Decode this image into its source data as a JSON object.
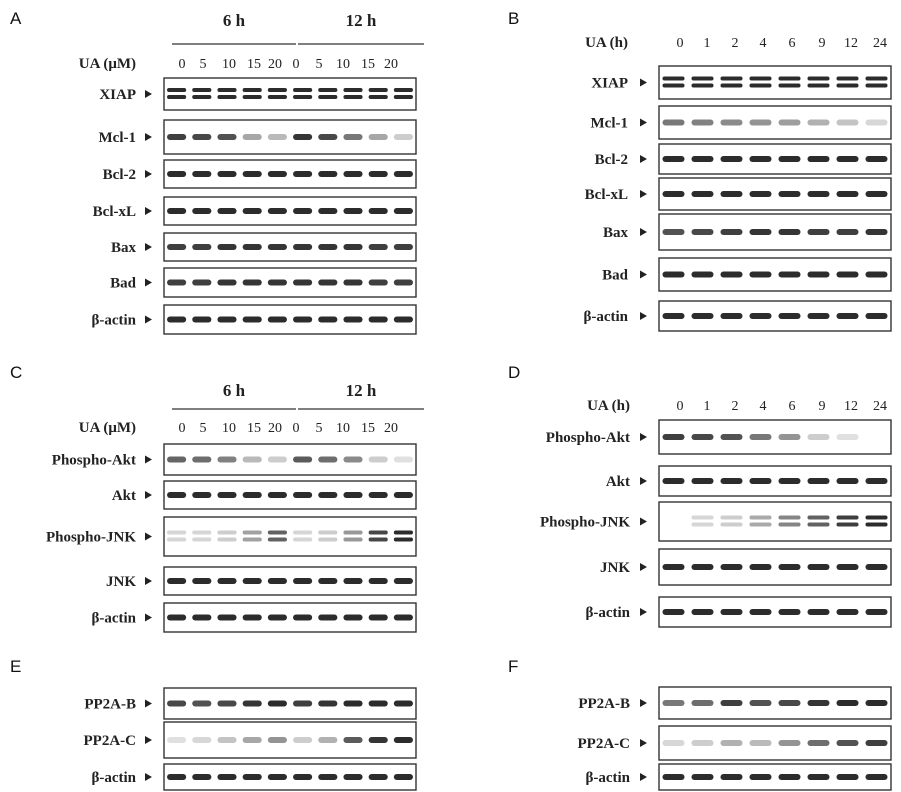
{
  "figure": {
    "panels": [
      {
        "id": "A",
        "letter": "A",
        "groups": [
          {
            "label": "6 h"
          },
          {
            "label": "12 h"
          }
        ],
        "axis_label": "UA (μM)",
        "lanes": [
          "0",
          "5",
          "10",
          "15",
          "20",
          "0",
          "5",
          "10",
          "15",
          "20"
        ],
        "blots": [
          {
            "label": "XIAP",
            "intensity": [
              1,
              1,
              1,
              1,
              1,
              1,
              1,
              1,
              1,
              1
            ],
            "double": true
          },
          {
            "label": "Mcl-1",
            "intensity": [
              0.9,
              0.85,
              0.8,
              0.35,
              0.25,
              0.95,
              0.85,
              0.6,
              0.35,
              0.15
            ]
          },
          {
            "label": "Bcl-2",
            "intensity": [
              1,
              1,
              1,
              1,
              1,
              1,
              1,
              1,
              1,
              1
            ]
          },
          {
            "label": "Bcl-xL",
            "intensity": [
              1,
              1,
              1,
              1,
              1,
              1,
              1,
              1,
              1,
              1
            ]
          },
          {
            "label": "Bax",
            "intensity": [
              0.9,
              0.9,
              0.95,
              0.95,
              0.95,
              0.95,
              0.95,
              0.95,
              0.9,
              0.9
            ]
          },
          {
            "label": "Bad",
            "intensity": [
              0.9,
              0.9,
              0.95,
              0.95,
              0.95,
              0.95,
              0.95,
              0.95,
              0.9,
              0.9
            ]
          },
          {
            "label": "β-actin",
            "intensity": [
              1,
              1,
              1,
              1,
              1,
              1,
              1,
              1,
              1,
              1
            ]
          }
        ]
      },
      {
        "id": "B",
        "letter": "B",
        "groups": [],
        "axis_label": "UA (h)",
        "lanes": [
          "0",
          "1",
          "2",
          "4",
          "6",
          "9",
          "12",
          "24"
        ],
        "blots": [
          {
            "label": "XIAP",
            "intensity": [
              1,
              1,
              1,
              1,
              1,
              1,
              1,
              1
            ],
            "double": true
          },
          {
            "label": "Mcl-1",
            "intensity": [
              0.6,
              0.55,
              0.5,
              0.45,
              0.4,
              0.3,
              0.2,
              0.1
            ]
          },
          {
            "label": "Bcl-2",
            "intensity": [
              1,
              1,
              1,
              1,
              1,
              1,
              1,
              1
            ]
          },
          {
            "label": "Bcl-xL",
            "intensity": [
              1,
              1,
              1,
              1,
              1,
              1,
              1,
              1
            ]
          },
          {
            "label": "Bax",
            "intensity": [
              0.8,
              0.85,
              0.9,
              0.95,
              0.95,
              0.9,
              0.9,
              0.95
            ]
          },
          {
            "label": "Bad",
            "intensity": [
              1,
              1,
              1,
              1,
              1,
              1,
              1,
              1
            ]
          },
          {
            "label": "β-actin",
            "intensity": [
              1,
              1,
              1,
              1,
              1,
              1,
              1,
              1
            ]
          }
        ]
      },
      {
        "id": "C",
        "letter": "C",
        "groups": [
          {
            "label": "6 h"
          },
          {
            "label": "12 h"
          }
        ],
        "axis_label": "UA (μM)",
        "lanes": [
          "0",
          "5",
          "10",
          "15",
          "20",
          "0",
          "5",
          "10",
          "15",
          "20"
        ],
        "blots": [
          {
            "label": "Phospho-Akt",
            "intensity": [
              0.7,
              0.65,
              0.55,
              0.25,
              0.15,
              0.75,
              0.65,
              0.5,
              0.15,
              0.05
            ]
          },
          {
            "label": "Akt",
            "intensity": [
              1,
              1,
              1,
              1,
              1,
              1,
              1,
              1,
              1,
              1
            ]
          },
          {
            "label": "Phospho-JNK",
            "intensity": [
              0.05,
              0.05,
              0.1,
              0.35,
              0.7,
              0.05,
              0.1,
              0.4,
              0.85,
              1
            ],
            "double": true
          },
          {
            "label": "JNK",
            "intensity": [
              1,
              1,
              1,
              1,
              1,
              1,
              1,
              1,
              1,
              1
            ]
          },
          {
            "label": "β-actin",
            "intensity": [
              1,
              1,
              1,
              1,
              1,
              1,
              1,
              1,
              1,
              1
            ]
          }
        ]
      },
      {
        "id": "D",
        "letter": "D",
        "groups": [],
        "axis_label": "UA (h)",
        "lanes": [
          "0",
          "1",
          "2",
          "4",
          "6",
          "9",
          "12",
          "24"
        ],
        "blots": [
          {
            "label": "Phospho-Akt",
            "intensity": [
              0.9,
              0.85,
              0.8,
              0.6,
              0.45,
              0.15,
              0.05,
              0
            ]
          },
          {
            "label": "Akt",
            "intensity": [
              1,
              1,
              1,
              1,
              1,
              1,
              1,
              1
            ]
          },
          {
            "label": "Phospho-JNK",
            "intensity": [
              0,
              0.05,
              0.1,
              0.3,
              0.5,
              0.7,
              0.9,
              1
            ],
            "double": true
          },
          {
            "label": "JNK",
            "intensity": [
              1,
              1,
              1,
              1,
              1,
              1,
              1,
              1
            ]
          },
          {
            "label": "β-actin",
            "intensity": [
              1,
              1,
              1,
              1,
              1,
              1,
              1,
              1
            ]
          }
        ]
      },
      {
        "id": "E",
        "letter": "E",
        "groups": [],
        "axis_label": "",
        "lanes": [],
        "lane_count": 10,
        "blots": [
          {
            "label": "PP2A-B",
            "intensity": [
              0.85,
              0.8,
              0.85,
              0.95,
              1,
              0.9,
              0.95,
              1,
              1,
              1
            ]
          },
          {
            "label": "PP2A-C",
            "intensity": [
              0.05,
              0.1,
              0.2,
              0.35,
              0.45,
              0.15,
              0.3,
              0.75,
              0.95,
              1
            ]
          },
          {
            "label": "β-actin",
            "intensity": [
              1,
              1,
              1,
              1,
              1,
              1,
              1,
              1,
              1,
              1
            ]
          }
        ]
      },
      {
        "id": "F",
        "letter": "F",
        "groups": [],
        "axis_label": "",
        "lanes": [],
        "lane_count": 8,
        "blots": [
          {
            "label": "PP2A-B",
            "intensity": [
              0.6,
              0.65,
              0.9,
              0.8,
              0.85,
              0.95,
              1,
              1
            ]
          },
          {
            "label": "PP2A-C",
            "intensity": [
              0.1,
              0.15,
              0.3,
              0.25,
              0.45,
              0.65,
              0.8,
              0.9
            ]
          },
          {
            "label": "β-actin",
            "intensity": [
              1,
              1,
              1,
              1,
              1,
              1,
              1,
              1
            ]
          }
        ]
      }
    ]
  }
}
